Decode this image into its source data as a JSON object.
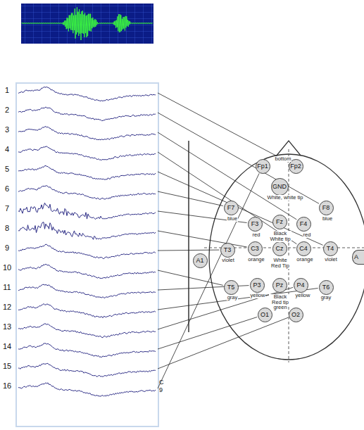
{
  "diagram": {
    "nodes": [
      {
        "text": [
          "Fp1"
        ]
      },
      {
        "text": [
          "Fp2"
        ]
      },
      {
        "text": [
          "GND"
        ]
      },
      {
        "text": [
          "F7"
        ]
      },
      {
        "text": [
          "F3"
        ]
      },
      {
        "text": [
          "Fz"
        ]
      },
      {
        "text": [
          "F4"
        ]
      },
      {
        "text": [
          "F8"
        ]
      },
      {
        "text": [
          "A1"
        ]
      },
      {
        "text": [
          "T3"
        ]
      },
      {
        "text": [
          "C3"
        ]
      },
      {
        "text": [
          "Cz"
        ]
      },
      {
        "text": [
          "C4"
        ]
      },
      {
        "text": [
          "T4"
        ]
      },
      {
        "text": [
          "A"
        ]
      },
      {
        "text": [
          "T5"
        ]
      },
      {
        "text": [
          "P3"
        ]
      },
      {
        "text": [
          "Pz"
        ]
      },
      {
        "text": [
          "P4"
        ]
      },
      {
        "text": [
          "T6"
        ]
      },
      {
        "text": [
          "O1"
        ]
      },
      {
        "text": [
          "O2"
        ]
      }
    ],
    "labels": [
      "bottom",
      "White, white tip",
      "blue",
      "red",
      "Black White tip",
      "red",
      "blue",
      "violet",
      "orange",
      "White Red Tip",
      "orange",
      "violet",
      "gray",
      "yellow",
      "Black Red tip",
      "yellow",
      "gray",
      "green",
      "1",
      "2",
      "3",
      "4",
      "5",
      "6",
      "7",
      "8",
      "9",
      "10",
      "11",
      "12",
      "13",
      "14",
      "15",
      "16",
      "C",
      "9"
    ]
  }
}
